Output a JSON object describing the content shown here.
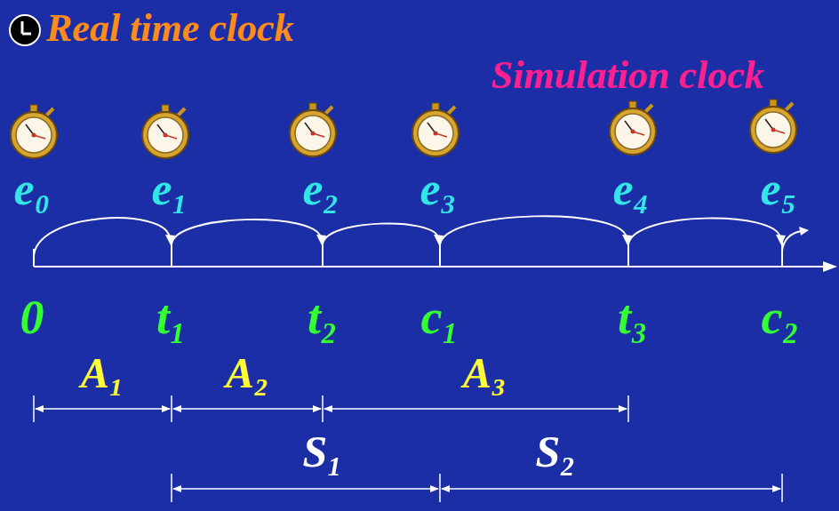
{
  "diagram": {
    "labels": [
      "Real time clock",
      "Simulation clock",
      "e₀",
      "e₁",
      "e₂",
      "e₃",
      "e₄",
      "e₅",
      "0",
      "t₁",
      "t₂",
      "c₁",
      "t₃",
      "c₂",
      "A₁",
      "A₂",
      "A₃",
      "S₁",
      "S₂"
    ]
  }
}
